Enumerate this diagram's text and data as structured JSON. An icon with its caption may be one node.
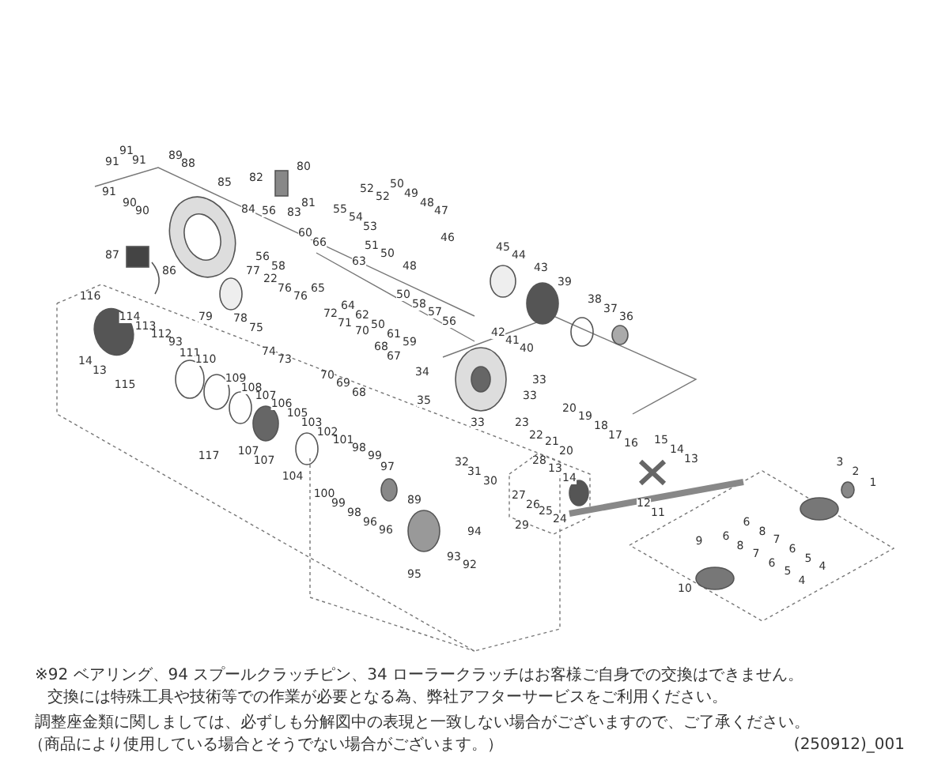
{
  "diagram": {
    "labels": [
      "91",
      "91",
      "91",
      "89",
      "88",
      "80",
      "82",
      "85",
      "50",
      "52",
      "91",
      "49",
      "52",
      "81",
      "90",
      "48",
      "84",
      "55",
      "90",
      "47",
      "56",
      "83",
      "54",
      "53",
      "60",
      "46",
      "66",
      "51",
      "45",
      "50",
      "87",
      "44",
      "56",
      "63",
      "58",
      "48",
      "43",
      "86",
      "77",
      "22",
      "39",
      "76",
      "65",
      "116",
      "76",
      "50",
      "38",
      "58",
      "64",
      "37",
      "57",
      "72",
      "62",
      "79",
      "114",
      "36",
      "78",
      "56",
      "71",
      "50",
      "113",
      "75",
      "70",
      "42",
      "112",
      "61",
      "59",
      "93",
      "41",
      "68",
      "40",
      "74",
      "111",
      "67",
      "73",
      "110",
      "14",
      "13",
      "34",
      "70",
      "109",
      "33",
      "69",
      "115",
      "108",
      "68",
      "107",
      "33",
      "35",
      "106",
      "20",
      "105",
      "19",
      "103",
      "33",
      "23",
      "18",
      "102",
      "22",
      "17",
      "15",
      "101",
      "21",
      "16",
      "98",
      "14",
      "107",
      "20",
      "117",
      "99",
      "13",
      "28",
      "107",
      "32",
      "3",
      "97",
      "13",
      "2",
      "31",
      "104",
      "14",
      "30",
      "1",
      "100",
      "27",
      "89",
      "99",
      "12",
      "26",
      "25",
      "98",
      "11",
      "24",
      "96",
      "6",
      "29",
      "96",
      "94",
      "8",
      "6",
      "7",
      "9",
      "8",
      "6",
      "7",
      "93",
      "5",
      "6",
      "92",
      "4",
      "5",
      "95",
      "4",
      "10",
      "※92 ベアリング、94 スプールクラッチピン、34 ローラークラッチはお客様ご自身での交換はできません。",
      "交換には特殊工具や技術等での作業が必要となる為、弊社アフターサービスをご利用ください。",
      "調整座金類に関しましては、必ずしも分解図中の表現と一致しない場合がございますので、ご了承ください。",
      "（商品により使用している場合とそうでない場合がございます。）",
      "(250912)_001"
    ]
  }
}
